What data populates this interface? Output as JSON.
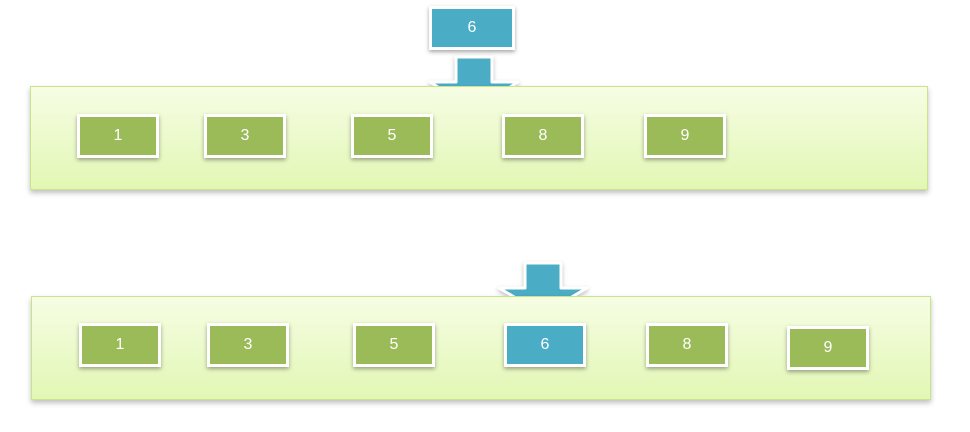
{
  "incoming": {
    "label": "6"
  },
  "before": {
    "items": [
      {
        "label": "1"
      },
      {
        "label": "3"
      },
      {
        "label": "5"
      },
      {
        "label": "8"
      },
      {
        "label": "9"
      }
    ]
  },
  "after": {
    "items": [
      {
        "label": "1"
      },
      {
        "label": "3"
      },
      {
        "label": "5"
      },
      {
        "label": "6"
      },
      {
        "label": "8"
      },
      {
        "label": "9"
      }
    ]
  },
  "colors": {
    "existing": "#9bbb59",
    "inserted": "#4bacc6",
    "panel": "#e2f7b4"
  }
}
